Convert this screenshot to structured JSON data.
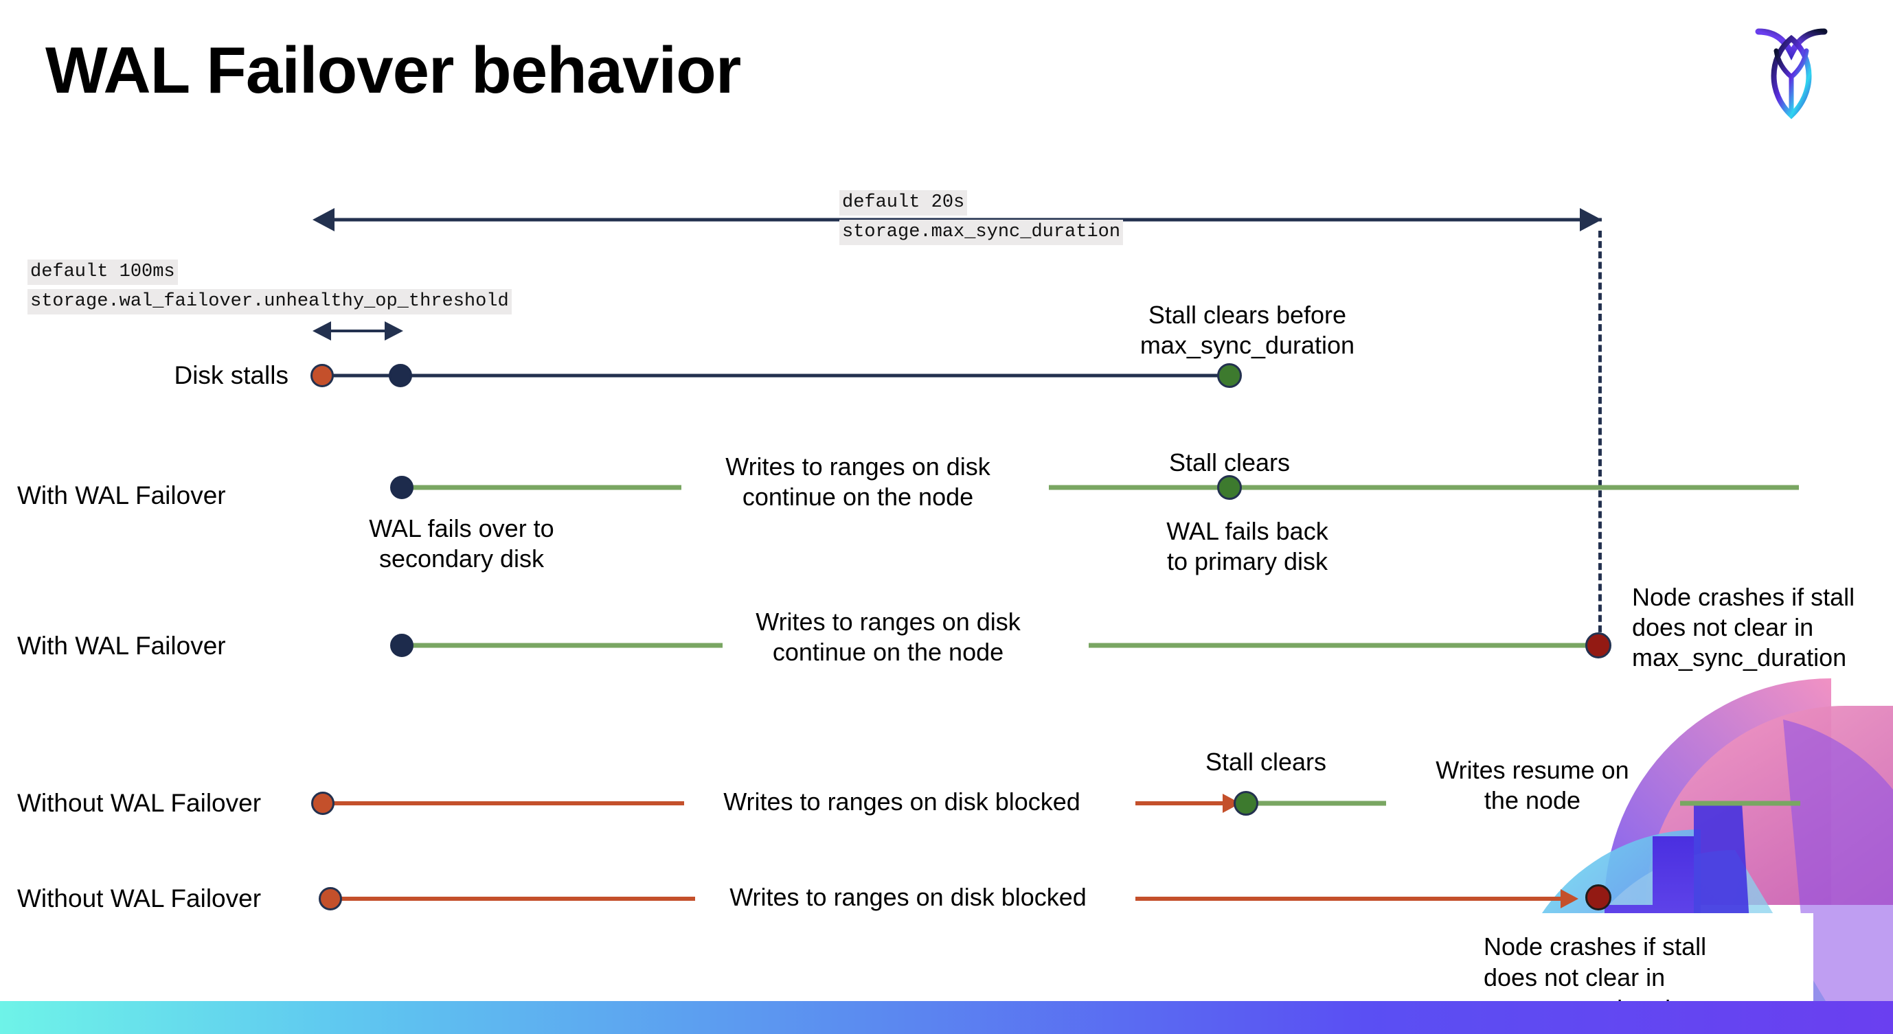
{
  "slide": {
    "title": "WAL Failover behavior",
    "logo_name": "cockroachdb-logo"
  },
  "settings": [
    {
      "id": "max_sync_duration",
      "default_label": "default 20s",
      "setting_label": "storage.max_sync_duration"
    },
    {
      "id": "unhealthy_op_threshold",
      "default_label": "default 100ms",
      "setting_label": "storage.wal_failover.unhealthy_op_threshold"
    }
  ],
  "rows": [
    {
      "id": "disk-stalls",
      "label": "Disk stalls",
      "notes": [
        "Stall clears before\nmax_sync_duration"
      ]
    },
    {
      "id": "with-wal-failover-1",
      "label": "With WAL Failover",
      "notes": [
        "WAL fails over to\nsecondary disk",
        "Writes to ranges on disk\ncontinue on the node",
        "Stall clears",
        "WAL fails  back\nto primary disk"
      ]
    },
    {
      "id": "with-wal-failover-2",
      "label": "With WAL Failover",
      "notes": [
        "Writes to ranges on disk\ncontinue on the node",
        "Node crashes if stall\ndoes not clear in\nmax_sync_duration"
      ]
    },
    {
      "id": "without-wal-failover-1",
      "label": "Without WAL Failover",
      "notes": [
        "Writes to ranges on disk  blocked",
        "Stall clears",
        "Writes resume on\nthe node"
      ]
    },
    {
      "id": "without-wal-failover-2",
      "label": "Without WAL Failover",
      "notes": [
        "Writes to ranges on disk  blocked",
        "Node crashes if stall\ndoes not clear in\nmax_sync_duration"
      ]
    }
  ],
  "colors": {
    "navy": "#23314f",
    "green": "#79a662",
    "green_dot": "#3d7a2e",
    "orange": "#c4502b",
    "dark_red": "#931a13",
    "code_bg": "#eceaea"
  }
}
